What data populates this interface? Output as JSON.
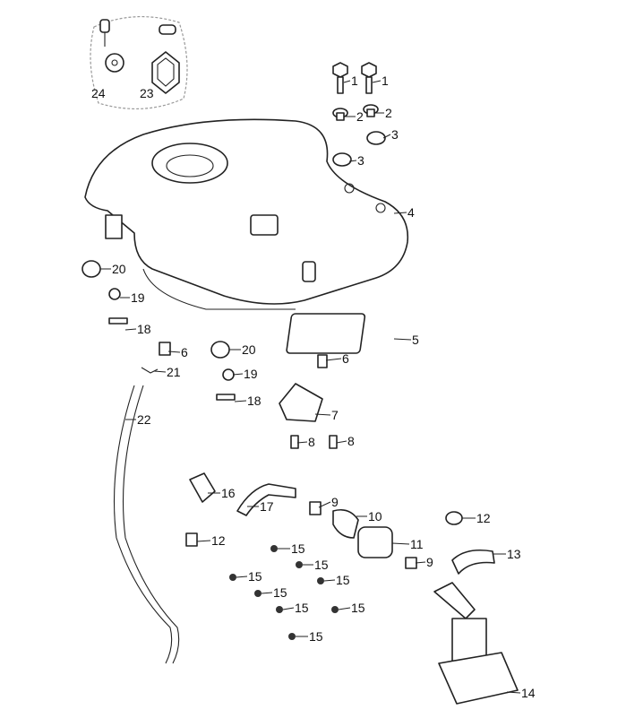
{
  "diagram": {
    "title": "Fuel tank exploded parts diagram",
    "callouts": [
      "1",
      "1",
      "2",
      "2",
      "3",
      "3",
      "4",
      "5",
      "6",
      "6",
      "7",
      "8",
      "8",
      "9",
      "9",
      "10",
      "11",
      "12",
      "12",
      "13",
      "14",
      "15",
      "15",
      "15",
      "15",
      "15",
      "15",
      "15",
      "15",
      "16",
      "17",
      "18",
      "18",
      "19",
      "19",
      "20",
      "20",
      "21",
      "22",
      "23",
      "24"
    ]
  }
}
